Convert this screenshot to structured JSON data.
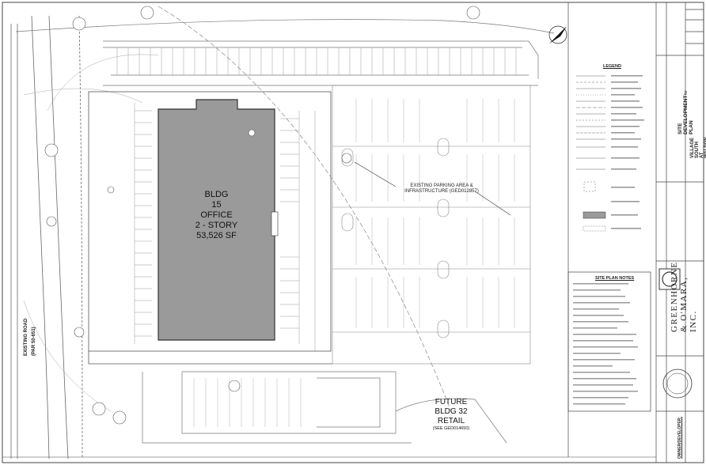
{
  "building": {
    "name": "BLDG",
    "number": "15",
    "use": "OFFICE",
    "stories": "2 - STORY",
    "area": "53,526 SF"
  },
  "future_building": {
    "line1": "FUTURE",
    "line2": "BLDG 32",
    "line3": "RETAIL",
    "ref": "(SEE GED014650)"
  },
  "parking_callout": {
    "line1": "EXISTING PARKING AREA &",
    "line2": "INFRASTRUCTURE (GED012857)"
  },
  "legend": {
    "title": "LEGEND"
  },
  "site_notes": {
    "title": "SITE PLAN NOTES"
  },
  "road": {
    "line1": "EXISTING ROAD",
    "line2": "(PAR 50-651)"
  },
  "title_block": {
    "company": "GREENHORNE & O'MARA, INC.",
    "sheet_title": "SITE DEVELOPMENT PLAN",
    "prepared_for": "for",
    "project": "VILLAGE SOUTH AT WALDON CHAPEL",
    "owner_label": "OWNER/DEVELOPER:"
  },
  "colors": {
    "building_fill": "#9a9a9a",
    "linework": "#555555",
    "background": "#ffffff"
  }
}
